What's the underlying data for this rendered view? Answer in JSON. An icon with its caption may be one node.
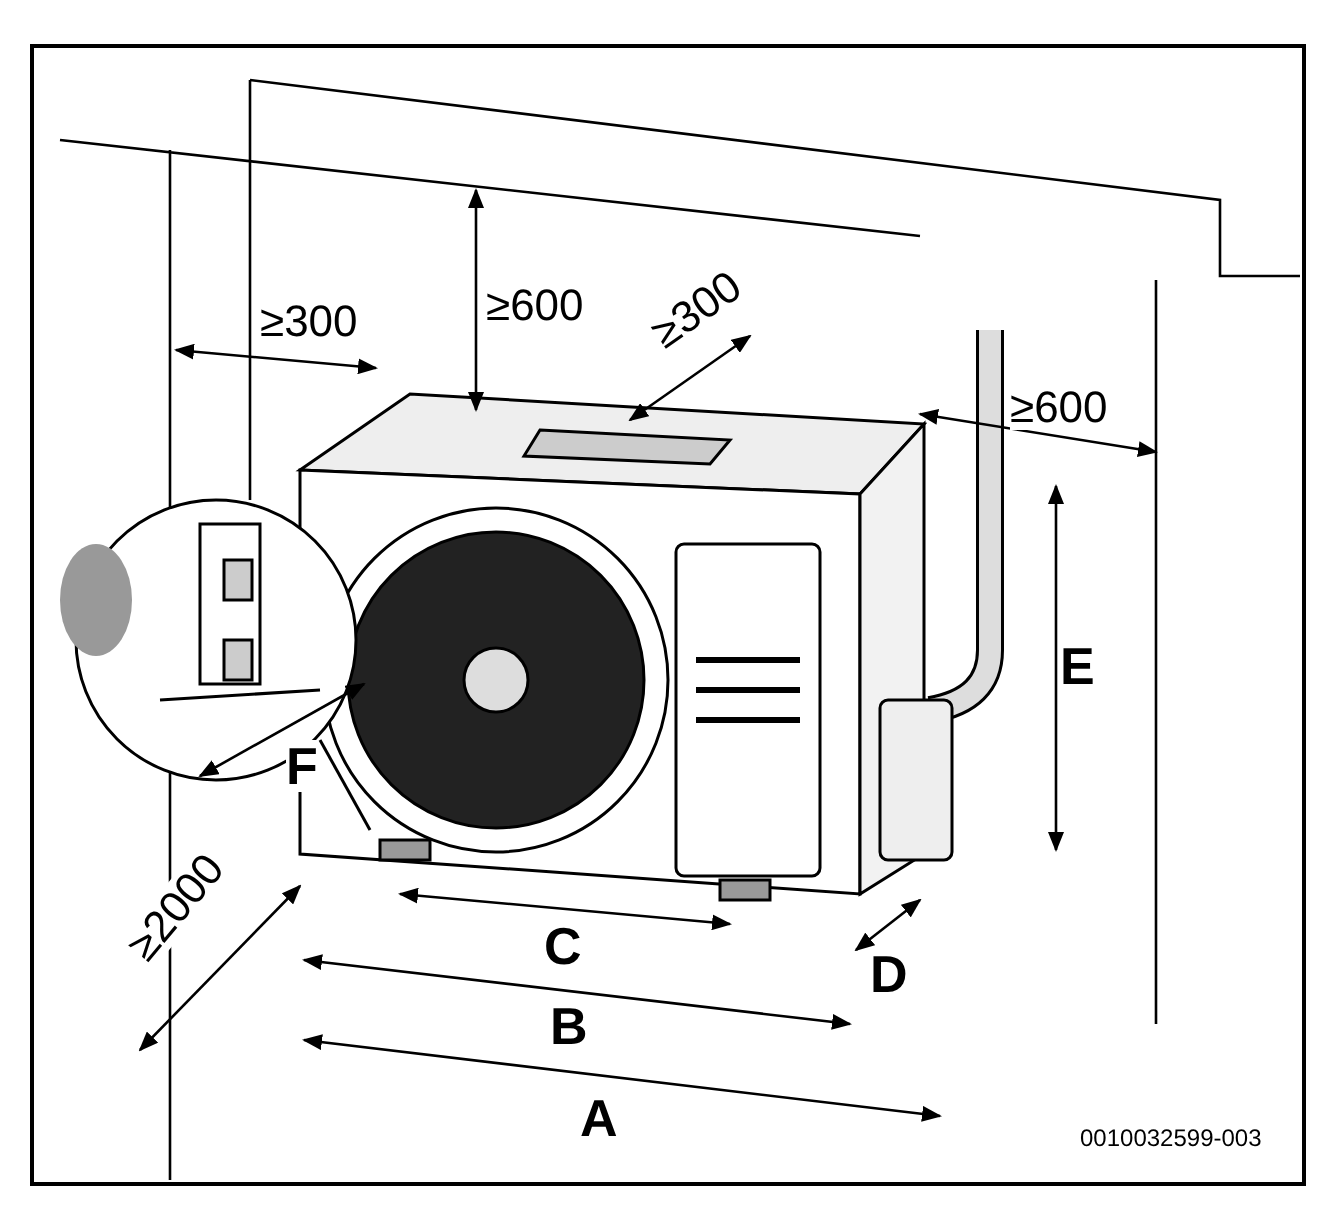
{
  "diagram": {
    "labels": [
      "≥600",
      "≥300",
      "≥300",
      "≥600",
      "E",
      "F",
      "C",
      "D",
      "≥2000",
      "B",
      "A",
      "0010032599-003"
    ]
  }
}
